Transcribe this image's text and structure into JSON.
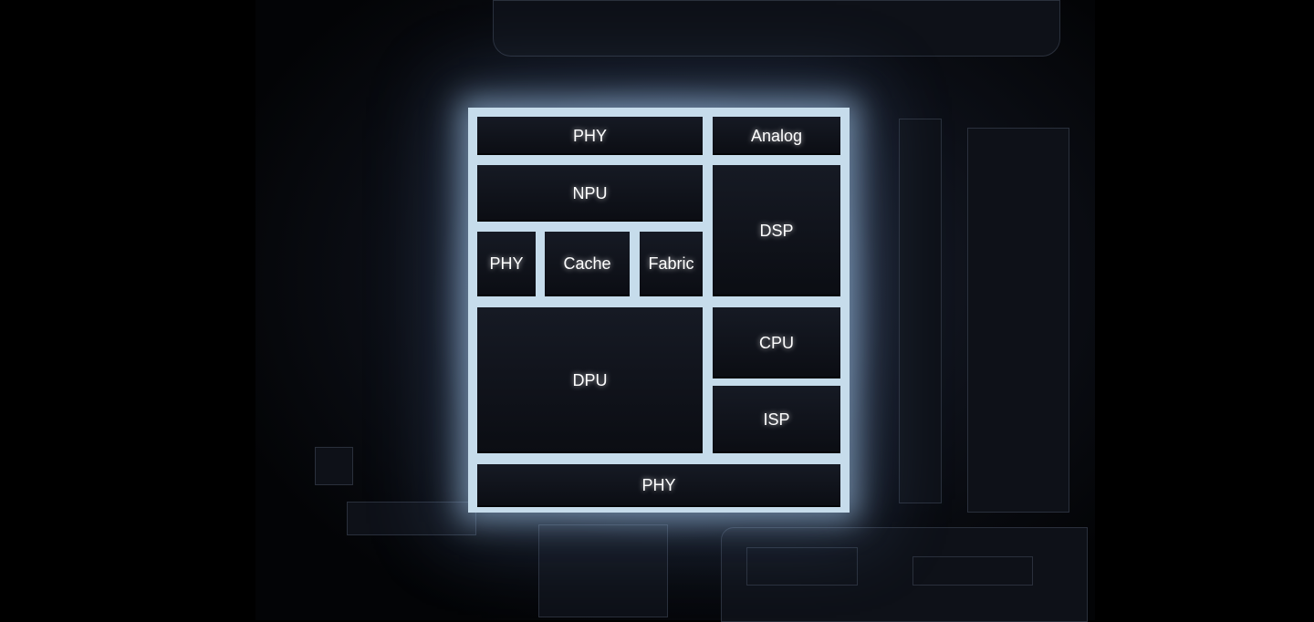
{
  "diagram": {
    "blocks": [
      {
        "id": "phy-top",
        "label": "PHY"
      },
      {
        "id": "analog",
        "label": "Analog"
      },
      {
        "id": "npu",
        "label": "NPU"
      },
      {
        "id": "dsp",
        "label": "DSP"
      },
      {
        "id": "phy-left",
        "label": "PHY"
      },
      {
        "id": "cache",
        "label": "Cache"
      },
      {
        "id": "fabric",
        "label": "Fabric"
      },
      {
        "id": "dpu",
        "label": "DPU"
      },
      {
        "id": "cpu",
        "label": "CPU"
      },
      {
        "id": "isp",
        "label": "ISP"
      },
      {
        "id": "phy-bottom",
        "label": "PHY"
      }
    ]
  }
}
